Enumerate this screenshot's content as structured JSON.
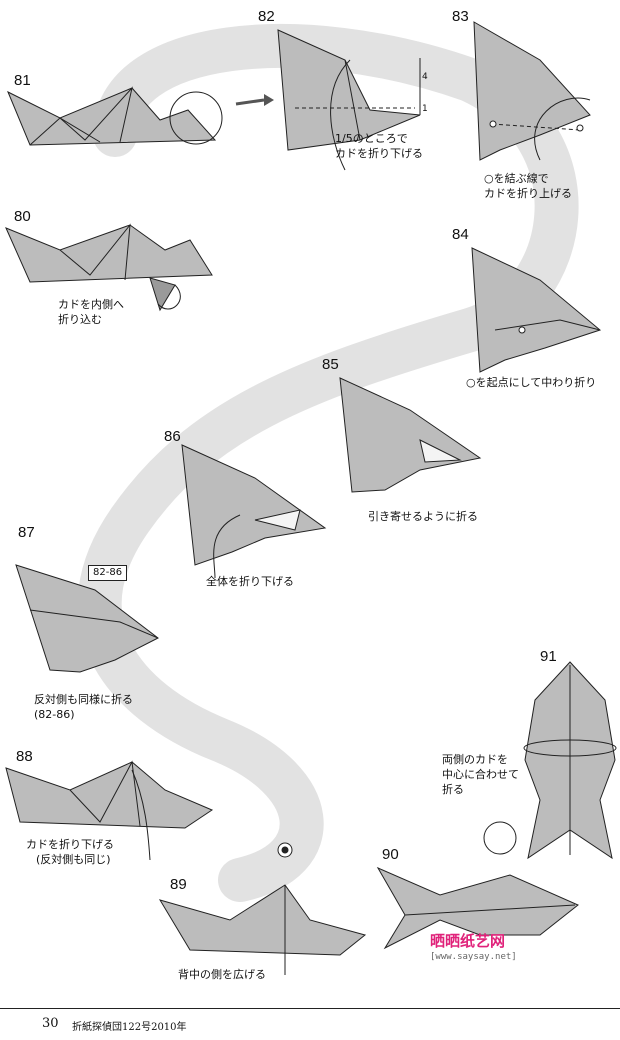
{
  "steps": {
    "s81": "81",
    "s82": "82",
    "s83": "83",
    "s80": "80",
    "s84": "84",
    "s85": "85",
    "s86": "86",
    "s87": "87",
    "s88": "88",
    "s89": "89",
    "s90": "90",
    "s91": "91"
  },
  "captions": {
    "c82a": "1/5のところで",
    "c82b": "カドを折り下げる",
    "c83a": "○を結ぶ線で",
    "c83b": "カドを折り上げる",
    "c80a": "カドを内側へ",
    "c80b": "折り込む",
    "c84": "○を起点にして中わり折り",
    "c85": "引き寄せるように折る",
    "c86": "全体を折り下げる",
    "c87a": "反対側も同様に折る",
    "c87b": "(82-86)",
    "c88a": "カドを折り下げる",
    "c88b": "(反対側も同じ)",
    "c89": "背中の側を広げる",
    "c91a": "両側のカドを",
    "c91b": "中心に合わせて",
    "c91c": "折る"
  },
  "ref_box": "82-86",
  "measure": {
    "top": "4",
    "bottom": "1"
  },
  "footer": {
    "page": "30",
    "magazine": "折紙探偵団122号2010年"
  },
  "watermark": {
    "site": "晒晒纸艺网",
    "url": "[www.saysay.net]"
  },
  "colors": {
    "paper": "#bcbcbc",
    "band": "#e2e2e2",
    "line": "#222222"
  }
}
